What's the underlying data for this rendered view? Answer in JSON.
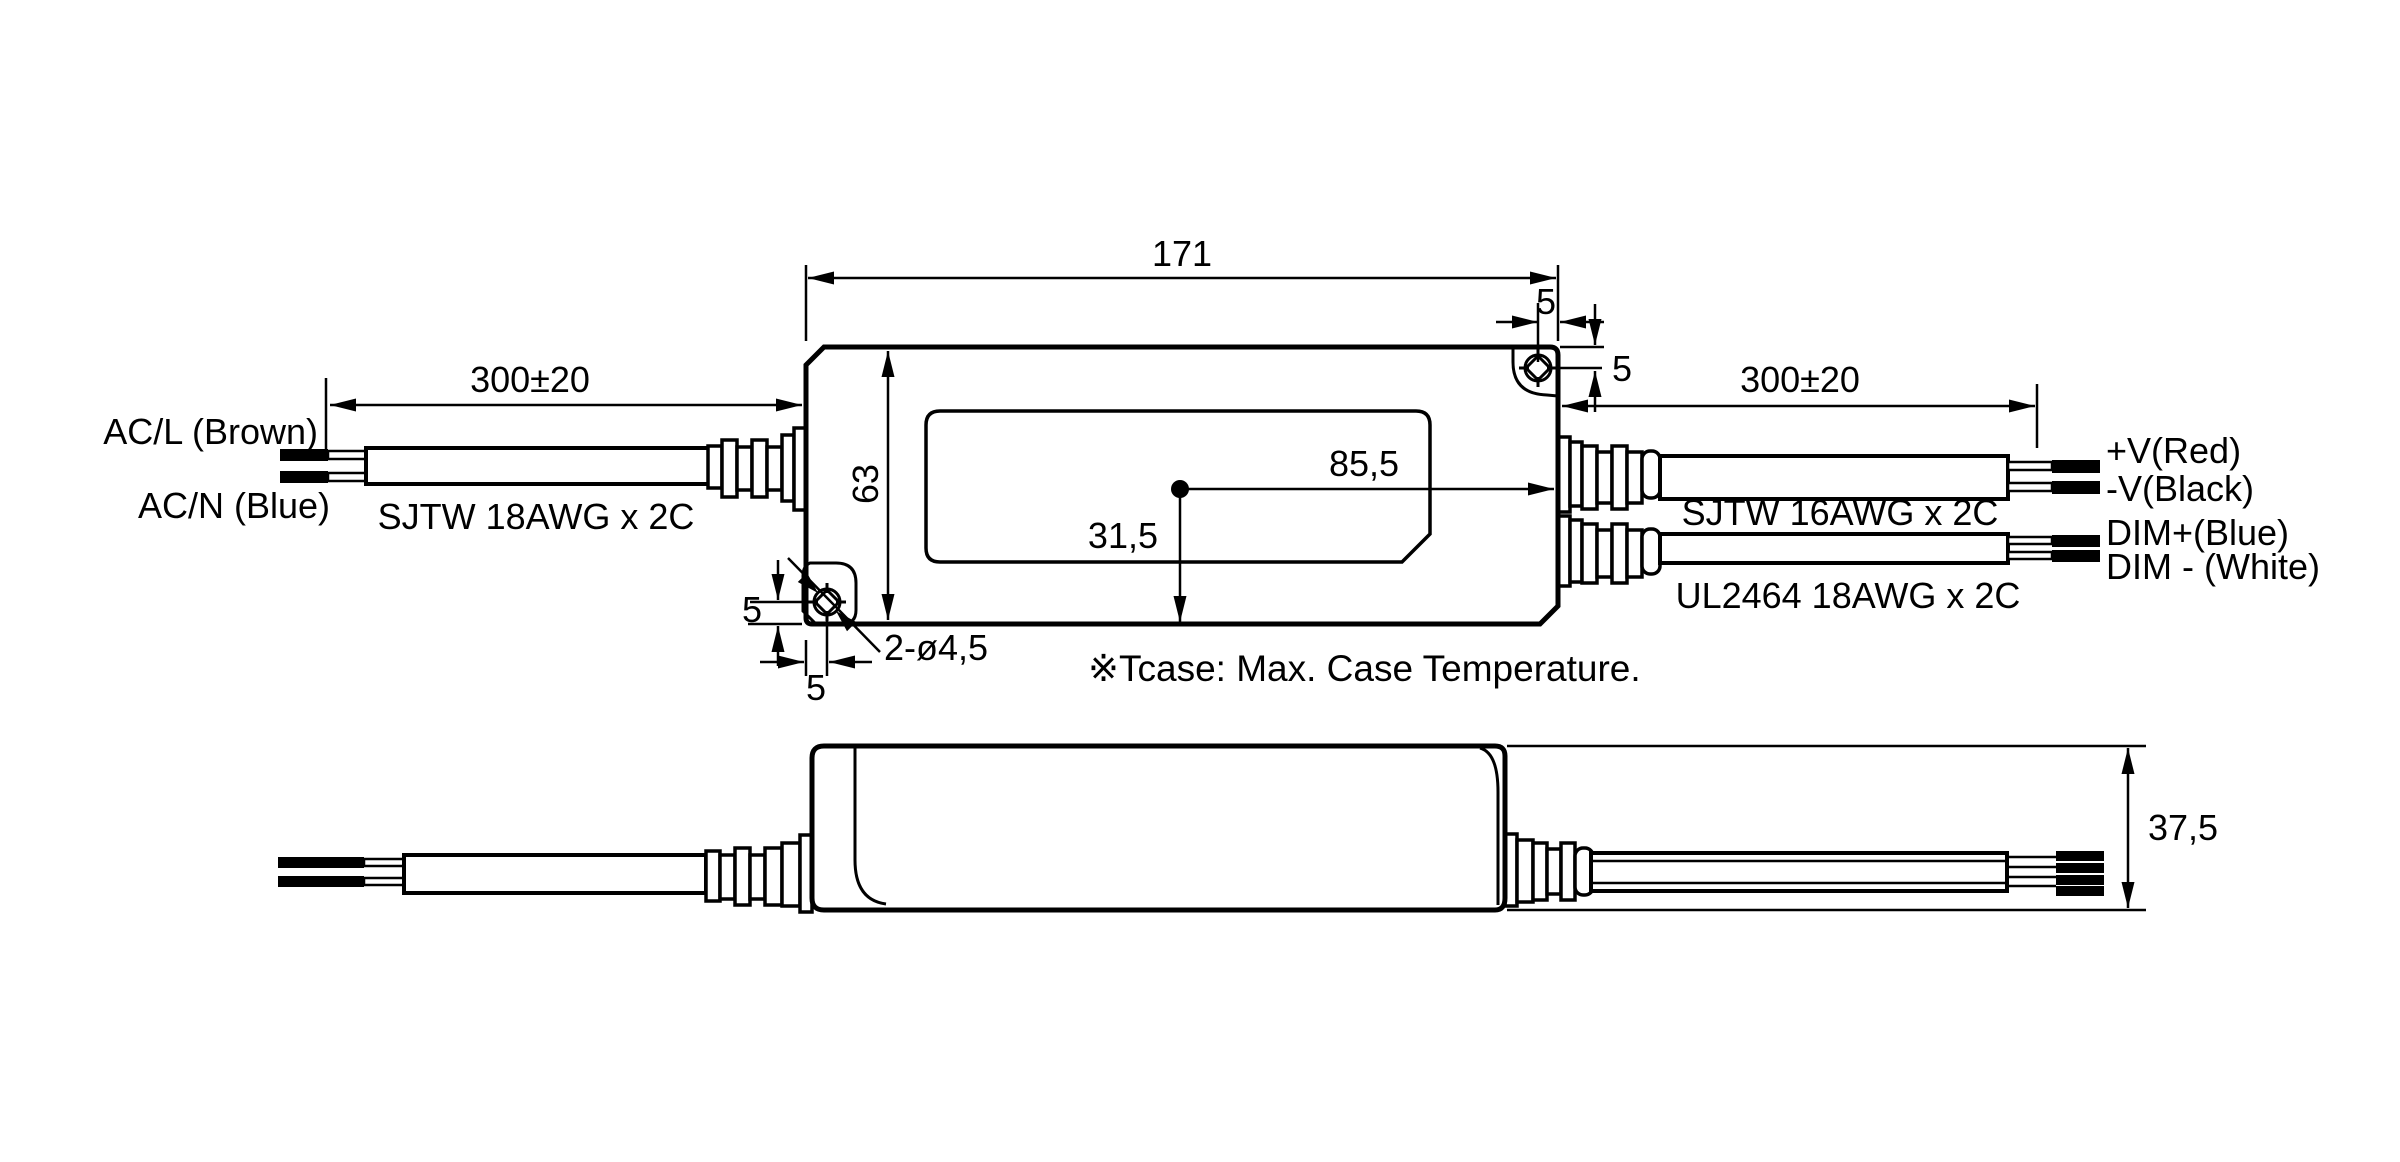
{
  "drawing": {
    "top_view": {
      "dim_length": "171",
      "dim_height": "63",
      "dim_hole_offset_x": "85,5",
      "dim_hole_offset_y": "31,5",
      "dim_ear_top_right_width": "5",
      "dim_ear_top_right_height": "5",
      "dim_ear_bottom_left_height": "5",
      "dim_ear_bottom_left_width": "5",
      "note_holes": "2-ø4,5",
      "dim_input_cable_length": "300±20",
      "dim_output_cable_length": "300±20",
      "label_ac_l": "AC/L (Brown)",
      "label_ac_n": "AC/N (Blue)",
      "label_input_cable": "SJTW 18AWG x 2C",
      "label_output_cable": "SJTW 16AWG x 2C",
      "label_dim_cable": "UL2464 18AWG x 2C",
      "label_v_plus": "+V(Red)",
      "label_v_minus": "-V(Black)",
      "label_dim_plus": "DIM+(Blue)",
      "label_dim_minus": "DIM - (White)",
      "note_tcase": "※Tcase: Max. Case Temperature."
    },
    "side_view": {
      "dim_height": "37,5"
    },
    "colors": {
      "line": "#000000",
      "background": "#ffffff"
    }
  }
}
